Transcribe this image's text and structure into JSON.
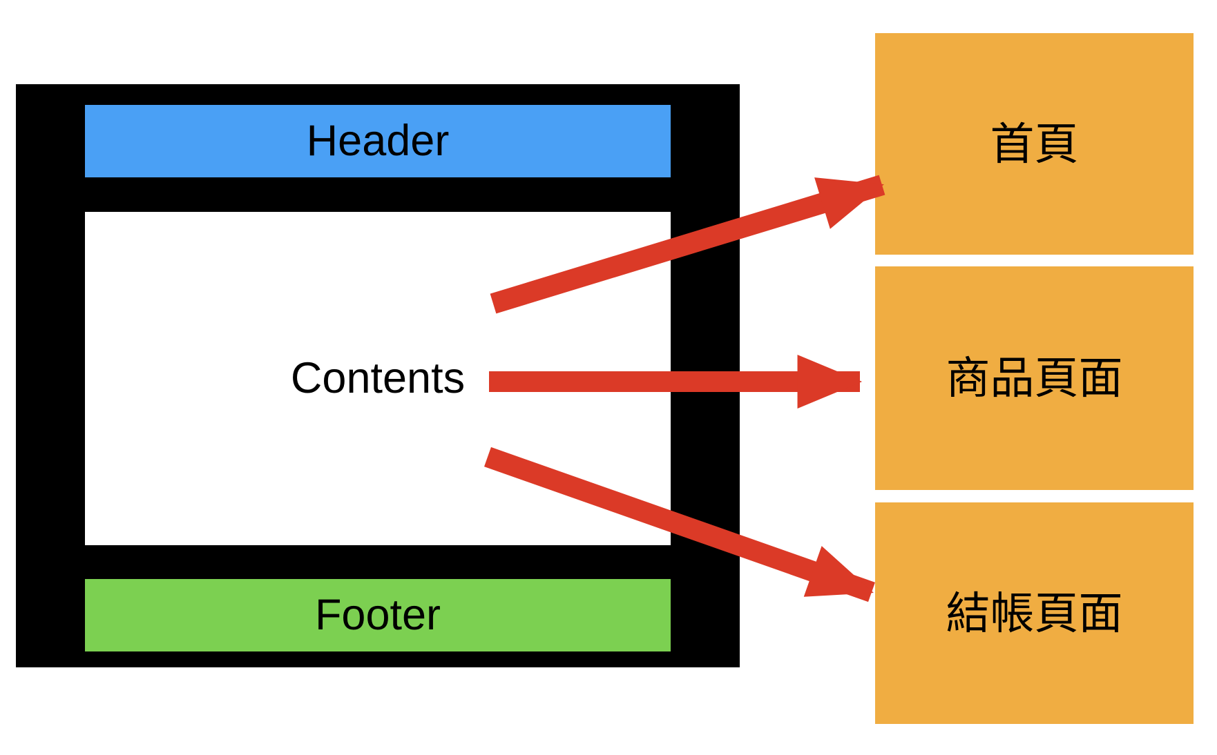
{
  "diagram": {
    "wireframe": {
      "header_label": "Header",
      "contents_label": "Contents",
      "footer_label": "Footer"
    },
    "pages": [
      {
        "id": "home",
        "label": "首頁"
      },
      {
        "id": "product",
        "label": "商品頁面"
      },
      {
        "id": "checkout",
        "label": "結帳頁面"
      }
    ],
    "colors": {
      "frame": "#000000",
      "header": "#4AA0F5",
      "footer": "#7CD051",
      "page_box": "#F0AD42",
      "arrow": "#DB3A27",
      "content_bg": "#FFFFFF",
      "text": "#000000"
    }
  }
}
